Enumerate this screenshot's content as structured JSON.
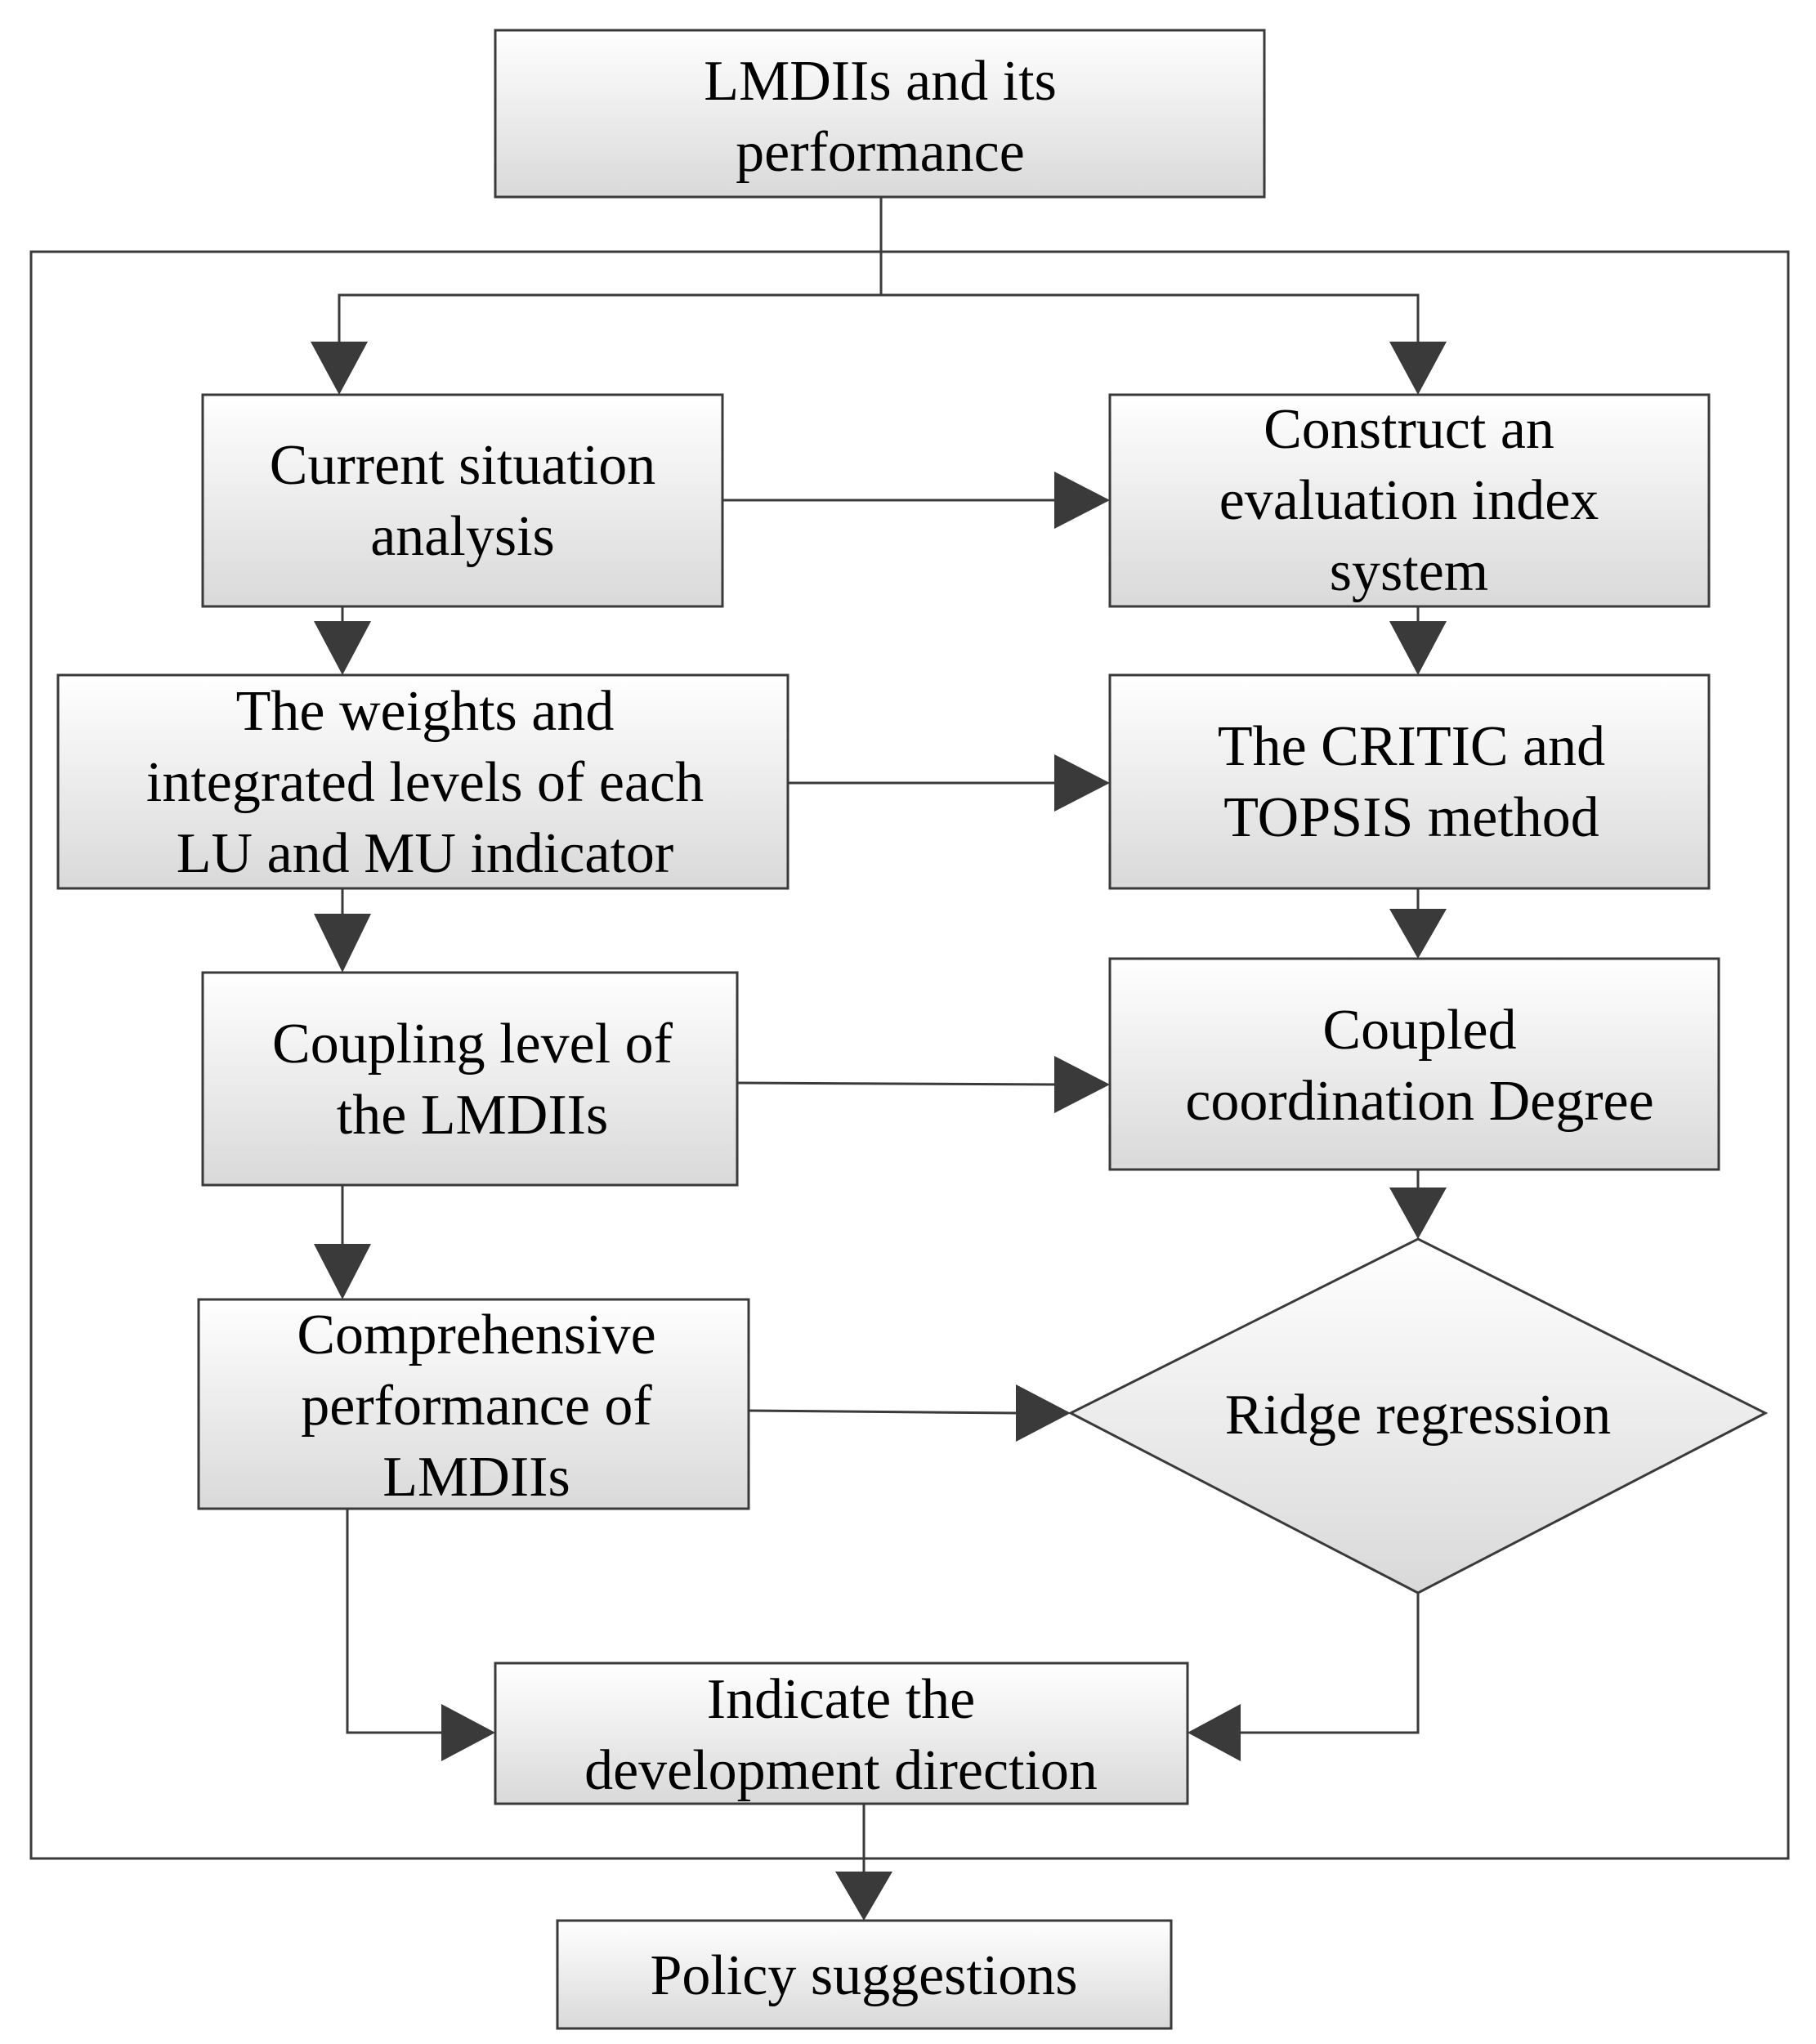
{
  "diagram": {
    "nodes": {
      "top": [
        "LMDIIs and its",
        "performance"
      ],
      "current": [
        "Current situation",
        "analysis"
      ],
      "construct": [
        "Construct an",
        "evaluation index",
        "system"
      ],
      "weights": [
        "The weights and",
        "integrated levels of each",
        "LU and MU indicator"
      ],
      "critic": [
        "The CRITIC and",
        "TOPSIS method"
      ],
      "coupling": [
        "Coupling level of",
        "the LMDIIs"
      ],
      "coupled": [
        "Coupled",
        "coordination Degree"
      ],
      "comprehensive": [
        "Comprehensive",
        "performance of",
        "LMDIIs"
      ],
      "ridge": [
        "Ridge regression"
      ],
      "indicate": [
        "Indicate the",
        "development direction"
      ],
      "policy": [
        "Policy suggestions"
      ]
    }
  }
}
